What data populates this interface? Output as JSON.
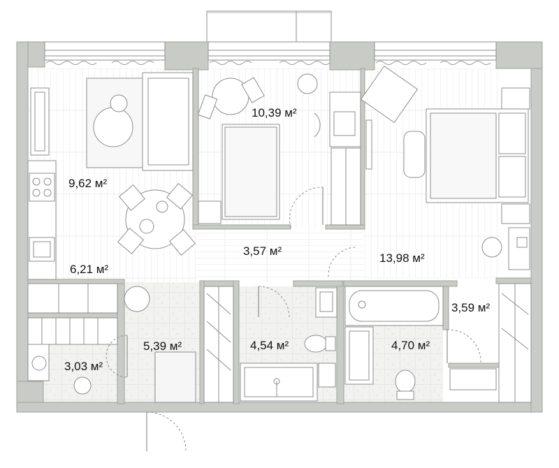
{
  "plan": {
    "rooms": [
      {
        "id": "living-kitchen",
        "area": "9,62 м²"
      },
      {
        "id": "bedroom-small",
        "area": "10,39 м²"
      },
      {
        "id": "corridor",
        "area": "3,57 м²"
      },
      {
        "id": "bedroom-large",
        "area": "13,98 м²"
      },
      {
        "id": "kitchen-zone",
        "area": "6,21 м²"
      },
      {
        "id": "storage",
        "area": "3,03 м²"
      },
      {
        "id": "hall",
        "area": "5,39 м²"
      },
      {
        "id": "bathroom-shower",
        "area": "4,54 м²"
      },
      {
        "id": "bathroom-tub",
        "area": "4,70 м²"
      },
      {
        "id": "wardrobe",
        "area": "3,59 м²"
      }
    ],
    "colors": {
      "wall": "#c9ccc6",
      "wall_edge": "#9ea29b",
      "line": "#8c8c8c",
      "floor_tile": "#eef0ec",
      "furniture": "#ffffff"
    }
  }
}
